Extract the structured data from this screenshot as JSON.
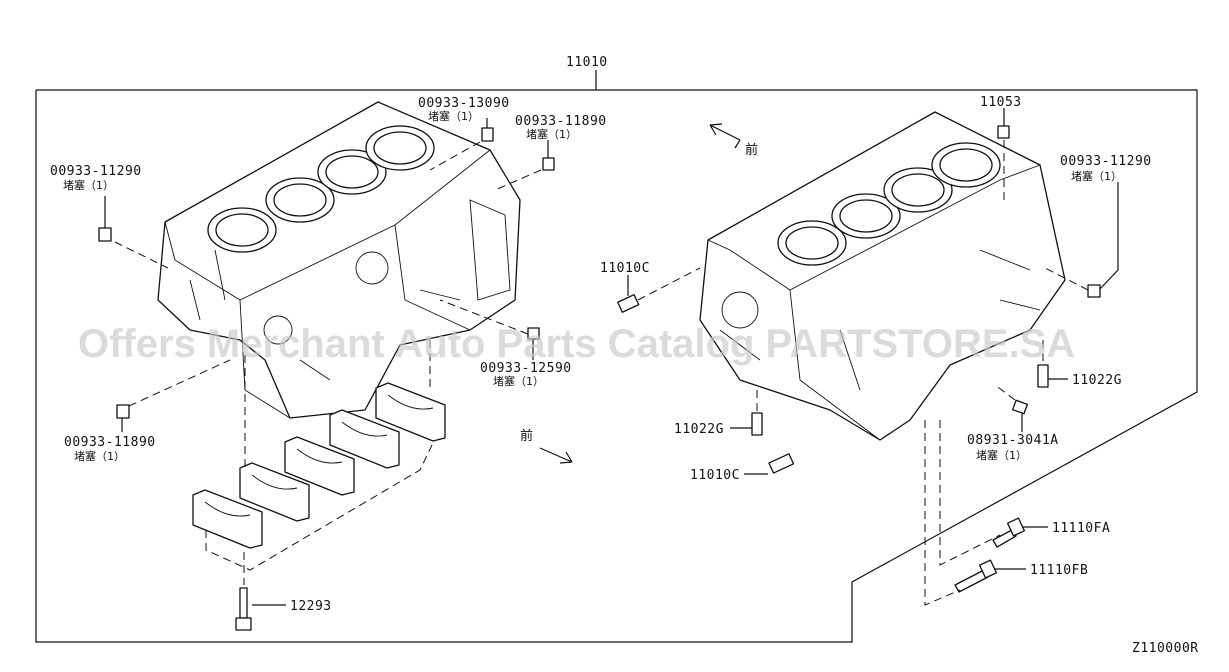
{
  "diagram": {
    "assembly_number": "11010",
    "figure_code": "Z110000R",
    "watermark": "Offers Merchant Auto Parts Catalog PARTSTORE.SA",
    "front_arrow_text": "前",
    "callouts": [
      {
        "part": "00933-13090",
        "sub": "堵塞（1）"
      },
      {
        "part": "00933-11890",
        "sub": "堵塞（1）"
      },
      {
        "part": "00933-11290",
        "sub": "堵塞（1）"
      },
      {
        "part": "00933-11890",
        "sub": "堵塞（1）"
      },
      {
        "part": "00933-12590",
        "sub": "堵塞（1）"
      },
      {
        "part": "12293",
        "sub": ""
      },
      {
        "part": "11053",
        "sub": ""
      },
      {
        "part": "00933-11290",
        "sub": "堵塞（1）"
      },
      {
        "part": "11010C",
        "sub": ""
      },
      {
        "part": "11022G",
        "sub": ""
      },
      {
        "part": "11022G",
        "sub": ""
      },
      {
        "part": "11010C",
        "sub": ""
      },
      {
        "part": "08931-3041A",
        "sub": "堵塞（1）"
      },
      {
        "part": "11110FA",
        "sub": ""
      },
      {
        "part": "11110FB",
        "sub": ""
      }
    ]
  }
}
